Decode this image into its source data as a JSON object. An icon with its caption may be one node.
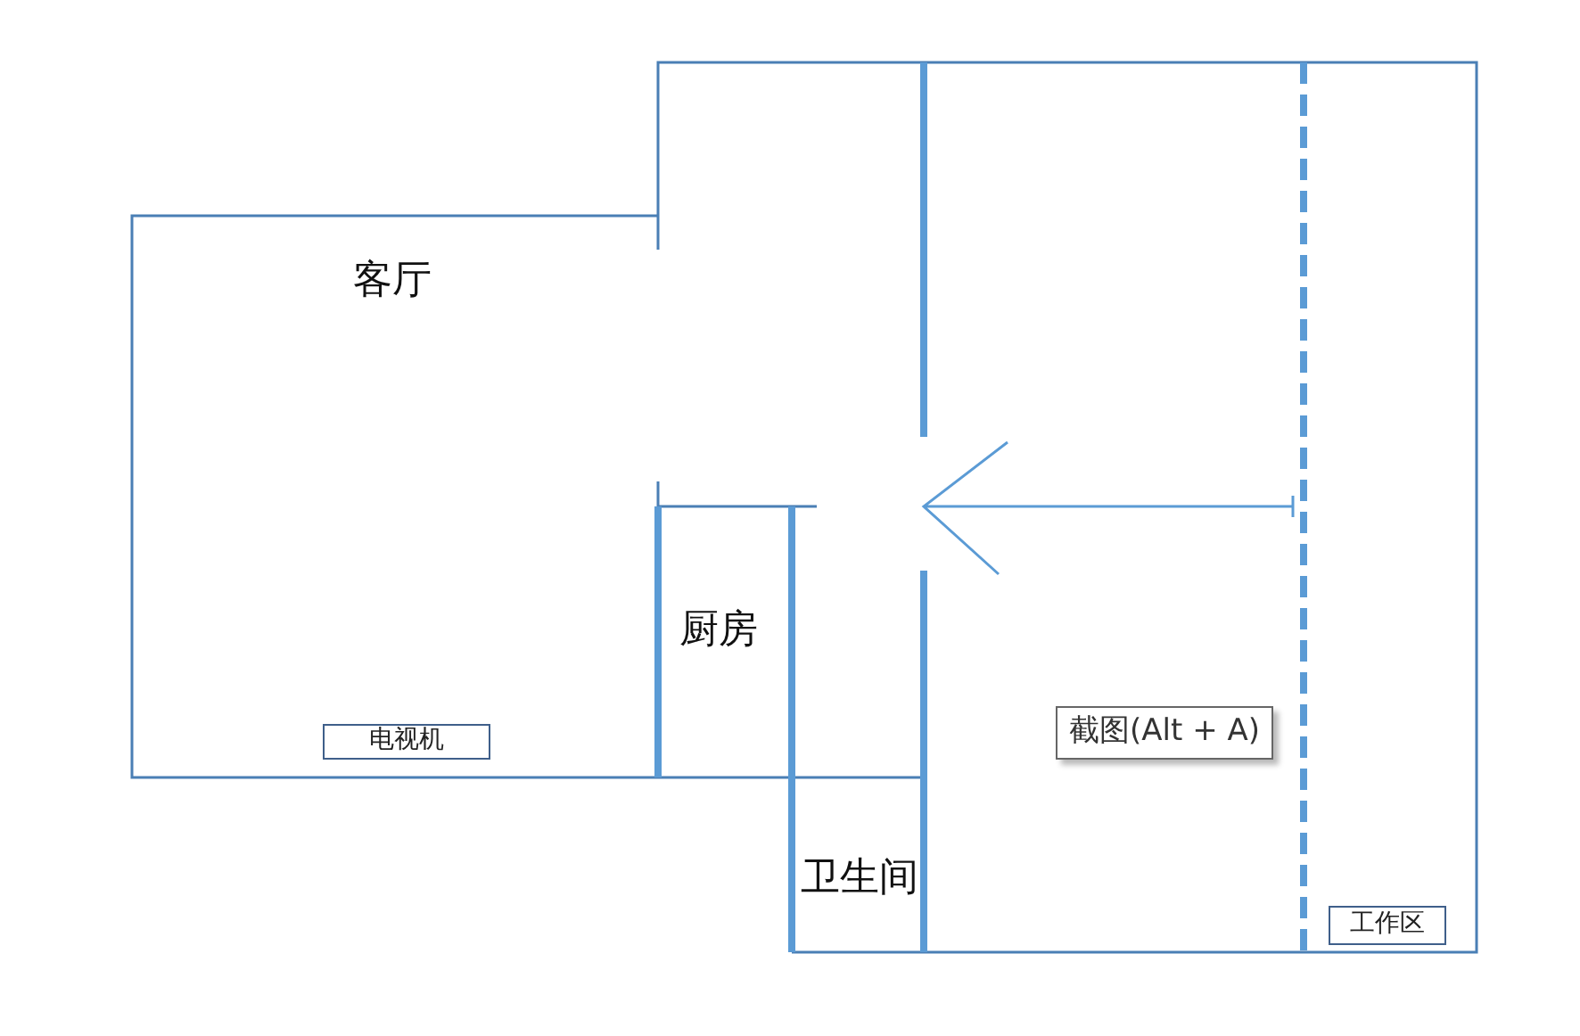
{
  "diagram": {
    "nodes": [
      {
        "text": [
          "电视机"
        ]
      },
      {
        "text": [
          "截图(Alt + A)"
        ]
      },
      {
        "text": [
          "工作区"
        ]
      }
    ],
    "labels": [
      "客厅",
      "厨房",
      "卫生间"
    ]
  }
}
